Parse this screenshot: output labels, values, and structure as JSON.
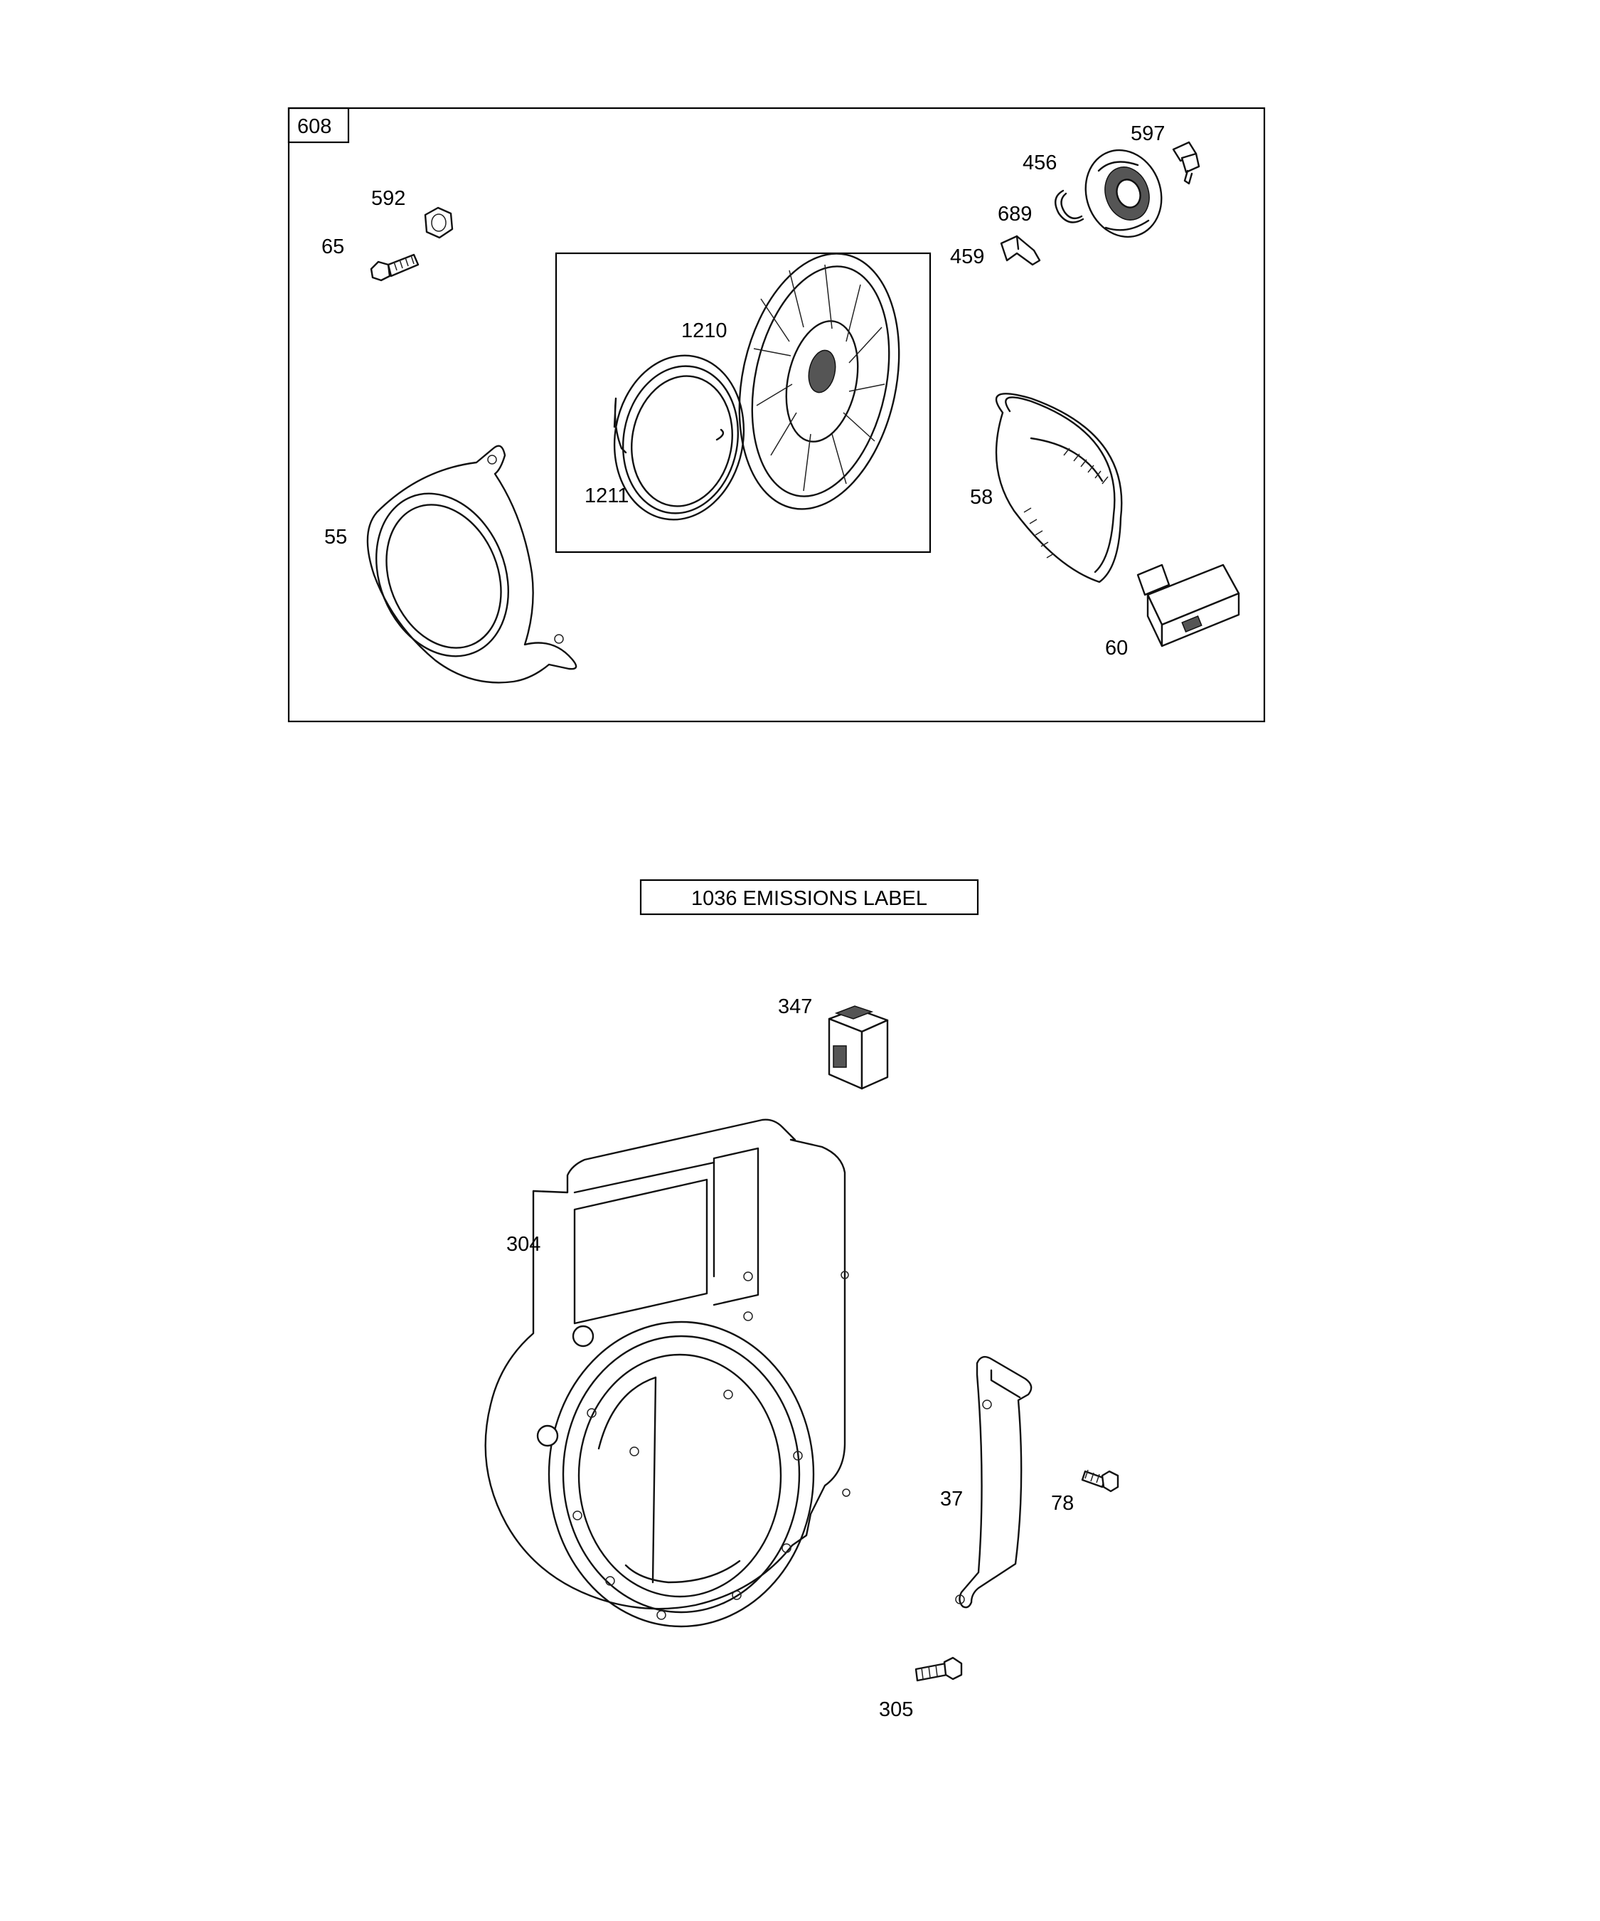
{
  "kit_box_label": "608",
  "emissions_label": "1036 EMISSIONS LABEL",
  "parts": {
    "p597": "597",
    "p456": "456",
    "p592": "592",
    "p689": "689",
    "p65": "65",
    "p459": "459",
    "p1210": "1210",
    "p1211": "1211",
    "p58": "58",
    "p55": "55",
    "p60": "60",
    "p347": "347",
    "p304": "304",
    "p37": "37",
    "p78": "78",
    "p305": "305"
  }
}
